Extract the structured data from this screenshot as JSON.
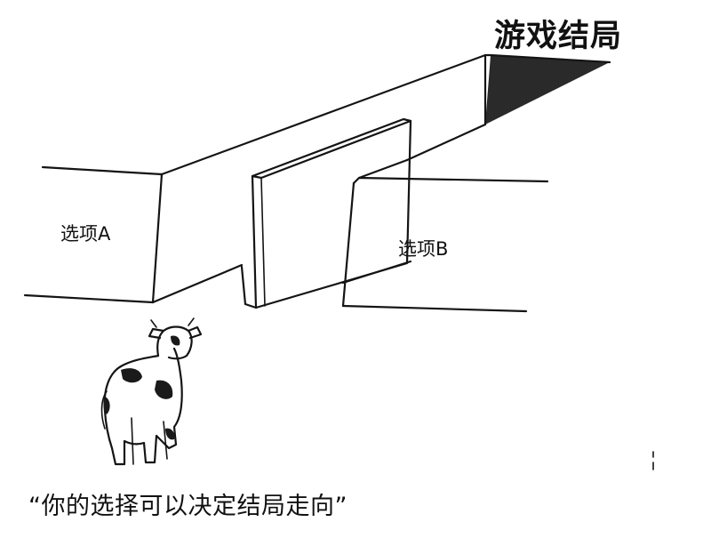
{
  "title": "游戏结局",
  "choices": [
    {
      "label": "选项A"
    },
    {
      "label": "选项B"
    }
  ],
  "caption": "“你的选择可以决定结局走向”"
}
